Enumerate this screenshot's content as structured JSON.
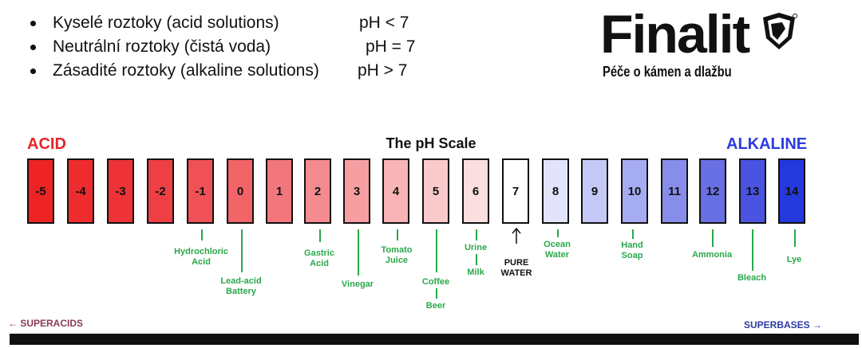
{
  "bullets": [
    {
      "text": "Kyselé roztoky (acid solutions)",
      "ph": "pH < 7"
    },
    {
      "text": "Neutrální roztoky (čistá voda)",
      "ph": "pH = 7"
    },
    {
      "text": "Zásadité roztoky (alkaline solutions)",
      "ph": "pH > 7"
    }
  ],
  "logo": {
    "name": "Finalit",
    "tagline": "Péče o kámen a dlažbu"
  },
  "scale": {
    "title": "The pH Scale",
    "acid_label": "ACID",
    "alkaline_label": "ALKALINE",
    "values": [
      "-5",
      "-4",
      "-3",
      "-2",
      "-1",
      "0",
      "1",
      "2",
      "3",
      "4",
      "5",
      "6",
      "7",
      "8",
      "9",
      "10",
      "11",
      "12",
      "13",
      "14"
    ],
    "colors": [
      "#ed2324",
      "#ee2c2e",
      "#ee3338",
      "#ee3f45",
      "#ef5156",
      "#f16468",
      "#f2777c",
      "#f48b8f",
      "#f69fa3",
      "#f8b4b6",
      "#fac9cb",
      "#fbdedf",
      "#ffffff",
      "#e2e4fb",
      "#c5c9f7",
      "#a6acf2",
      "#878ee9",
      "#6870e3",
      "#4a54e0",
      "#2438dd"
    ]
  },
  "labels": {
    "hydrochloric": "Hydrochloric\nAcid",
    "lead_acid": "Lead-acid\nBattery",
    "gastric": "Gastric\nAcid",
    "vinegar": "Vinegar",
    "tomato": "Tomato\nJuice",
    "coffee": "Coffee",
    "beer": "Beer",
    "urine": "Urine",
    "milk": "Milk",
    "pure_water": "PURE\nWATER",
    "ocean": "Ocean\nWater",
    "hand_soap": "Hand\nSoap",
    "ammonia": "Ammonia",
    "bleach": "Bleach",
    "lye": "Lye"
  },
  "footer": {
    "superacids": "← SUPERACIDS",
    "superbases": "SUPERBASES →"
  }
}
